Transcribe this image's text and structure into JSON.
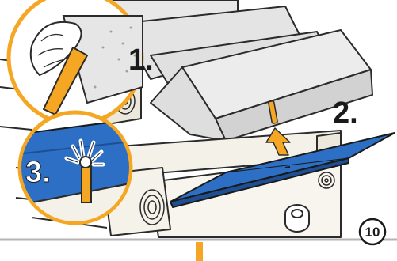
{
  "diagram": {
    "steps": [
      {
        "label": "1.",
        "action": "clean-brush-icon"
      },
      {
        "label": "2.",
        "action": "insert-panel-arrow-icon"
      },
      {
        "label": "3.",
        "action": "brush-detail-icon"
      }
    ],
    "page_number": "10",
    "colors": {
      "accent": "#f5a623",
      "panel": "#2c6fc4",
      "panel_dark": "#1e4f93",
      "line": "#2b2b2b",
      "stone": "#e4e4e4",
      "stone_shade": "#cfcfcf",
      "wood": "#f4f1e8"
    }
  }
}
